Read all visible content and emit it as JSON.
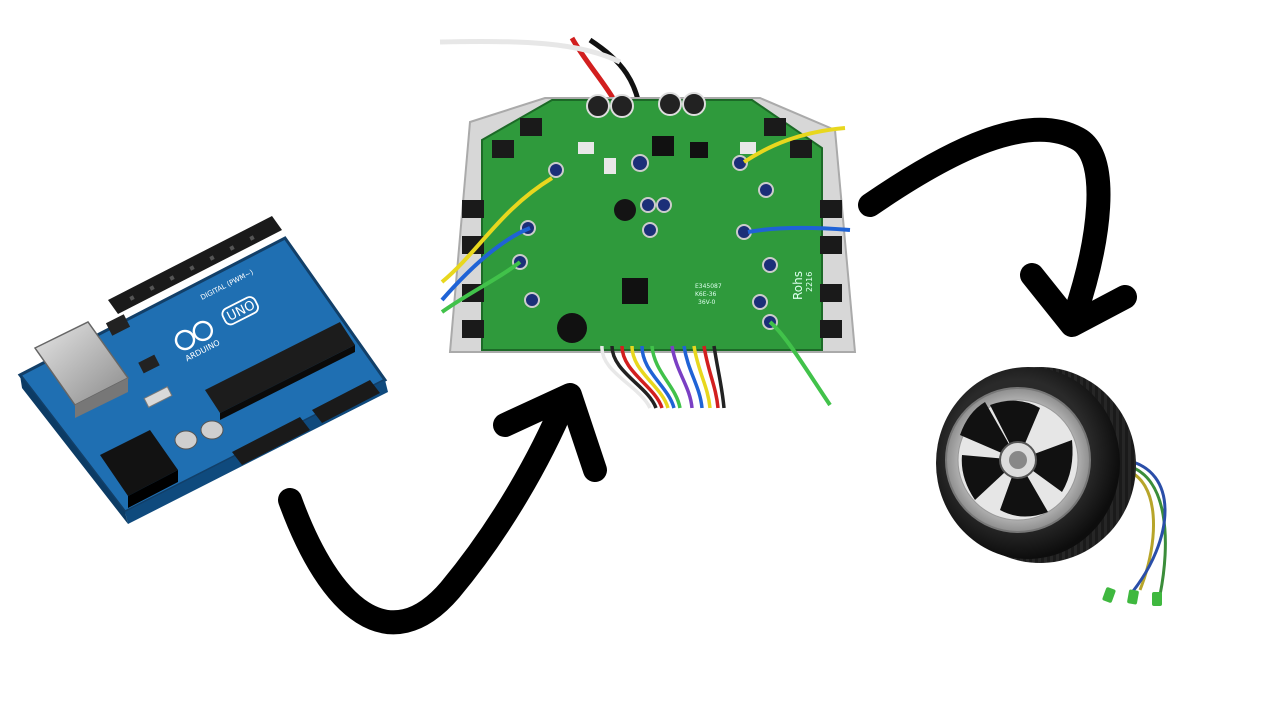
{
  "diagram": {
    "nodes": [
      {
        "id": "arduino",
        "picture": "arduino-uno-board",
        "labels": {
          "brand": "ARDUINO",
          "model": "UNO",
          "header": "DIGITAL (PWM~)"
        }
      },
      {
        "id": "controller",
        "picture": "hoverboard-controller-board",
        "labels": {
          "silk_1": "Rohs",
          "silk_2": "2216",
          "chip_1": "E345087",
          "chip_2": "K6E-36",
          "chip_3": "36V-0"
        }
      },
      {
        "id": "hub_motor",
        "picture": "hub-motor-wheel"
      }
    ],
    "edges": [
      {
        "from": "arduino",
        "to": "controller",
        "style": "curved-arrow"
      },
      {
        "from": "controller",
        "to": "hub_motor",
        "style": "curved-arrow"
      }
    ],
    "colors": {
      "arrow": "#000000",
      "arduino_pcb": "#1f6fb2",
      "controller_pcb": "#2f9a3c",
      "wheel_tire": "#1b1b1b",
      "wheel_rim": "#b8b8b8"
    }
  }
}
